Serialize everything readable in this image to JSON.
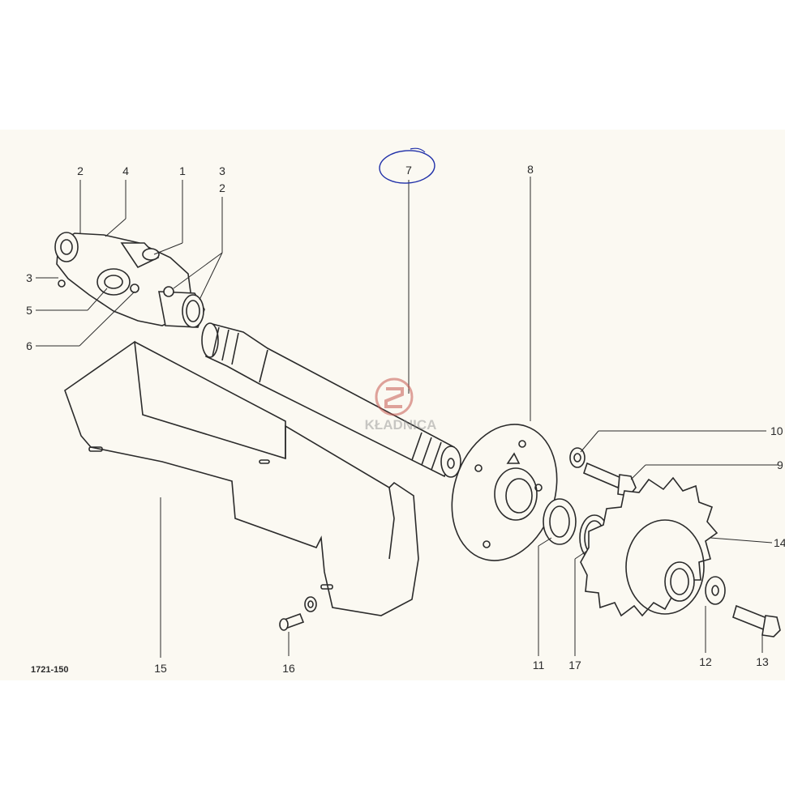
{
  "drawing_code": "1721-150",
  "highlight_color": "#1f2fa8",
  "watermark": "KŁADNICA",
  "callouts": {
    "c1": "1",
    "c2a": "2",
    "c2b": "2",
    "c3a": "3",
    "c3b": "3",
    "c4": "4",
    "c5": "5",
    "c6": "6",
    "c7": "7",
    "c8": "8",
    "c9": "9",
    "c10": "10",
    "c11": "11",
    "c12": "12",
    "c13": "13",
    "c14": "14",
    "c15": "15",
    "c16": "16",
    "c17": "17"
  }
}
